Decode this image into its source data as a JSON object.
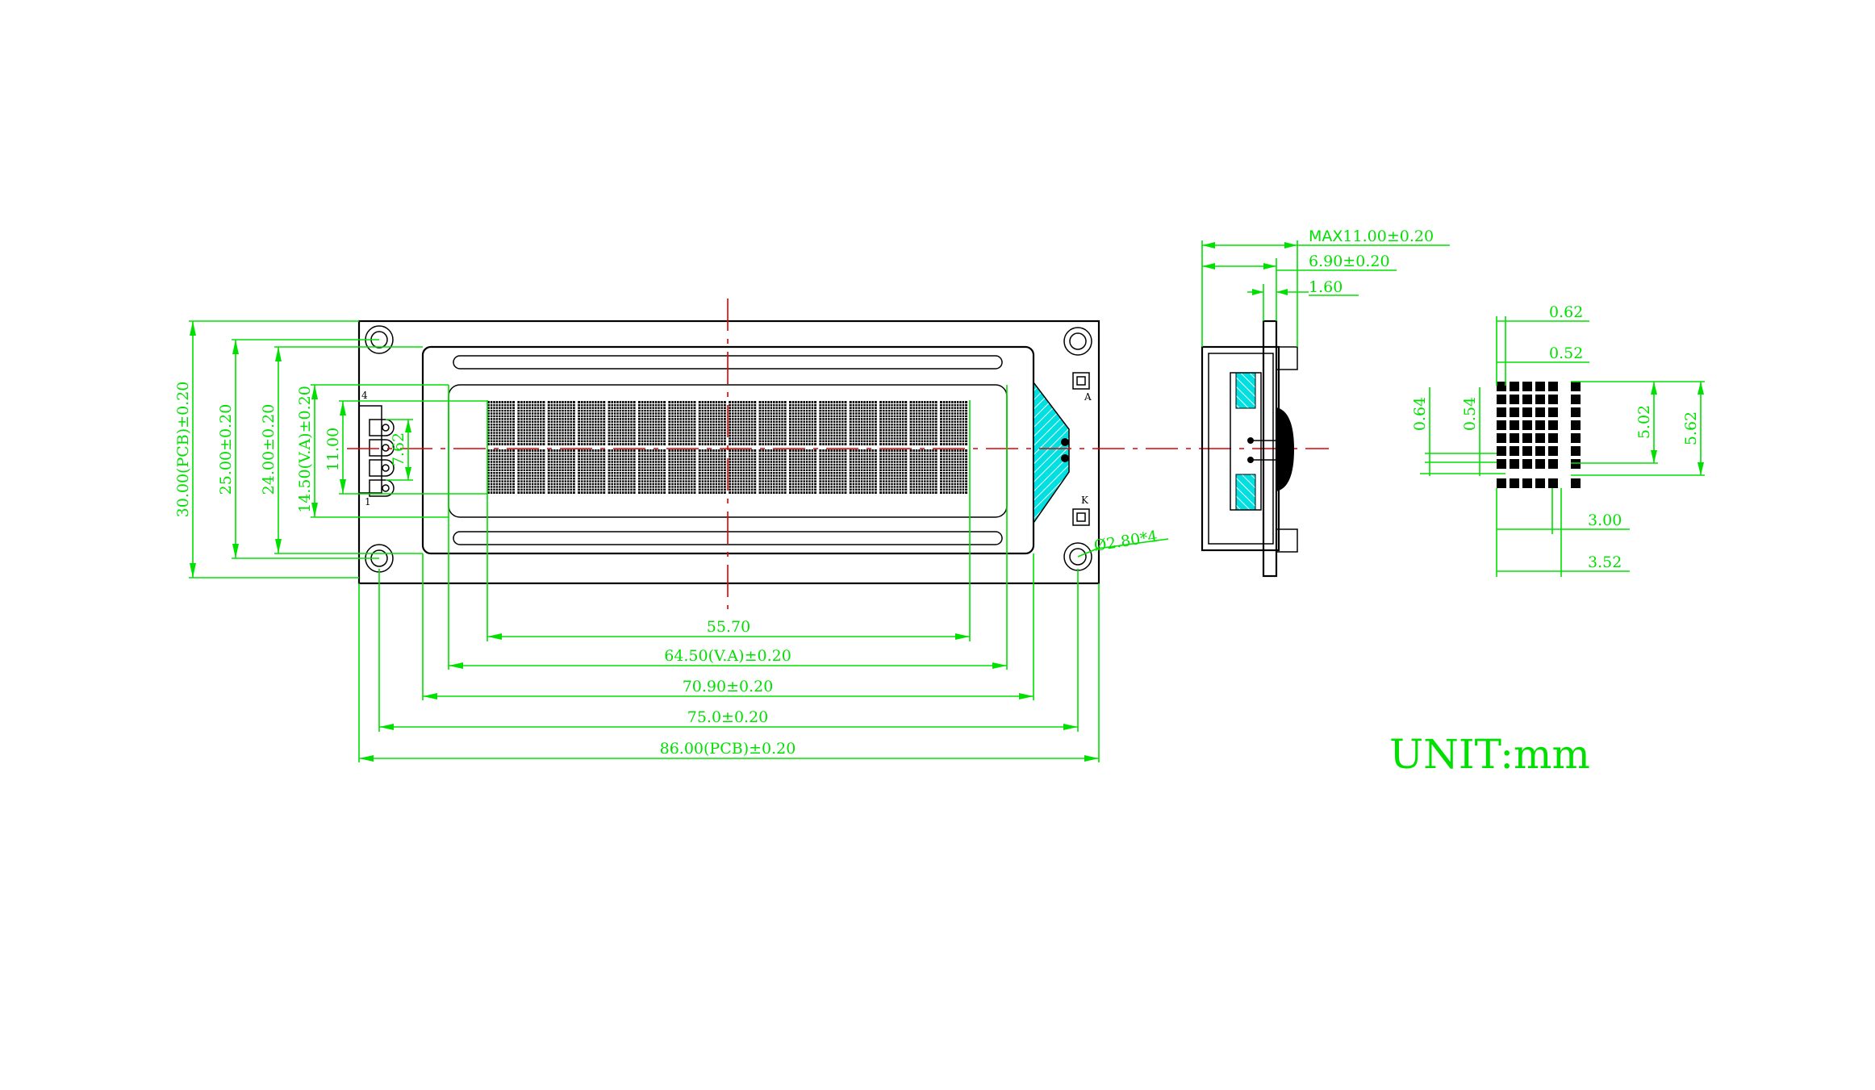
{
  "front": {
    "h_dims": [
      "55.70",
      "64.50(V.A)±0.20",
      "70.90±0.20",
      "75.0±0.20",
      "86.00(PCB)±0.20"
    ],
    "v_dims": [
      "30.00(PCB)±0.20",
      "25.00±0.20",
      "24.00±0.20",
      "14.50(V.A)±0.20",
      "11.00",
      "7.62"
    ],
    "hole_label": "Ø2.80*4",
    "pin_first": "1",
    "pin_last": "4",
    "pad_a": "A",
    "pad_k": "K",
    "char_columns": 16,
    "char_rows": 2
  },
  "side": {
    "max_prefix": "MAX",
    "max_value": "11.00±0.20",
    "dim_2": "6.90±0.20",
    "dim_3": "1.60"
  },
  "detail": {
    "top_dims": [
      "0.62",
      "0.52"
    ],
    "left_dims": [
      "0.64",
      "0.54"
    ],
    "right_dims": [
      "5.02",
      "5.62"
    ],
    "bottom_dims": [
      "3.00",
      "3.52"
    ]
  },
  "unit_label": "UNIT:mm"
}
